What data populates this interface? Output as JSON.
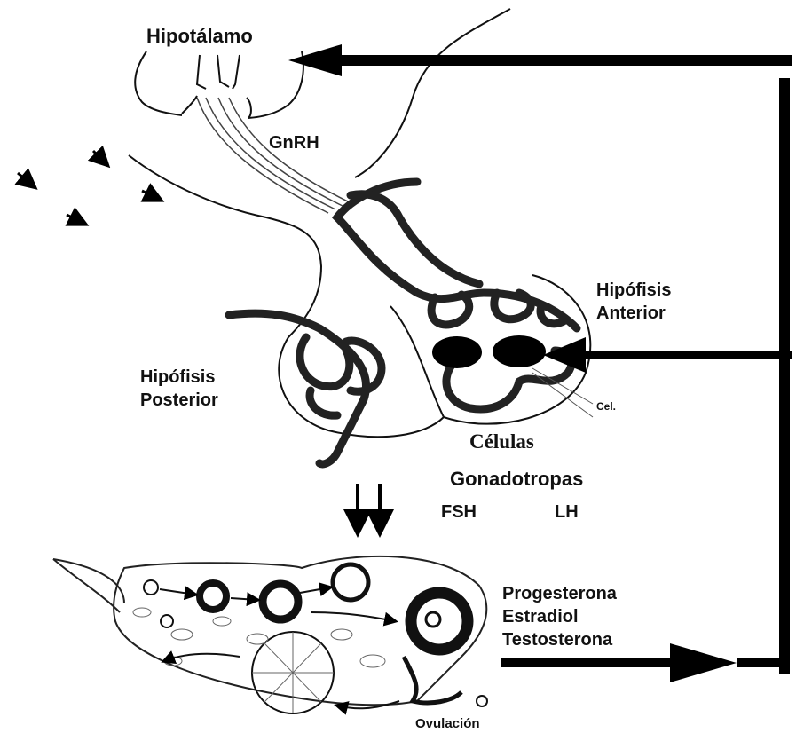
{
  "labels": {
    "hipotalamo": "Hipotálamo",
    "gnrh": "GnRH",
    "hipofisis_anterior": [
      "Hipófisis",
      "Anterior"
    ],
    "hipofisis_posterior": [
      "Hipófisis",
      "Posterior"
    ],
    "cel": "Cel.",
    "celulas": "Células",
    "gonadotropas": "Gonadotropas",
    "fsh": "FSH",
    "lh": "LH",
    "hormones": [
      "Progesterona",
      "Estradiol",
      "Testosterona"
    ],
    "ovulacion": "Ovulación"
  },
  "colors": {
    "ink": "#111111",
    "background": "#ffffff",
    "arrow": "#000000"
  }
}
